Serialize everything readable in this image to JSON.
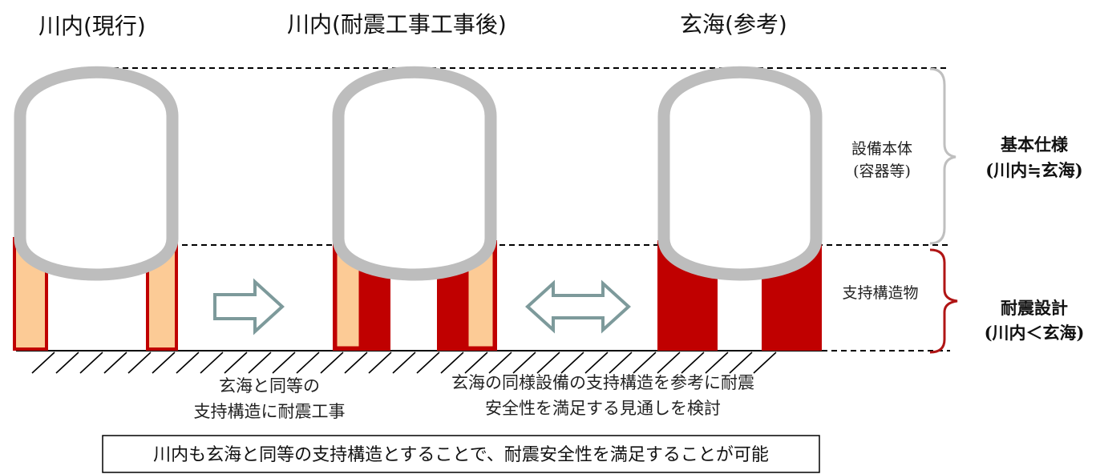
{
  "headings": {
    "current": "川内(現行)",
    "after": "川内(耐震工事工事後)",
    "reference": "玄海(参考)"
  },
  "labels": {
    "body_line1": "設備本体",
    "body_line2": "(容器等)",
    "support": "支持構造物",
    "spec_line1": "基本仕様",
    "spec_line2": "(川内≒玄海)",
    "seismic_line1": "耐震設計",
    "seismic_line2": "(川内＜玄海)"
  },
  "notes": {
    "work_line1": "玄海と同等の",
    "work_line2": "支持構造に耐震工事",
    "review_line1": "玄海の同様設備の支持構造を参考に耐震",
    "review_line2": "安全性を満足する見通しを検討"
  },
  "conclusion": "川内も玄海と同等の支持構造とすることで、耐震安全性を満足することが可能",
  "colors": {
    "vessel": "#bdbdbd",
    "support_dark": "#c00000",
    "support_light": "#fccb96",
    "arrow": "#7d9a9b",
    "bracket_upper": "#bfbfbf",
    "bracket_lower": "#b01515"
  }
}
